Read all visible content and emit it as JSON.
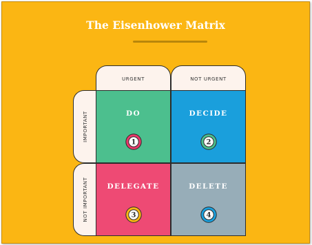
{
  "title": "The Eisenhower Matrix",
  "columns": [
    "URGENT",
    "NOT URGENT"
  ],
  "rows": [
    "IMPORTANT",
    "NOT IMPORTANT"
  ],
  "quadrants": [
    {
      "label": "DO",
      "number": "1",
      "color": "#4cbf8e",
      "badge_ring": "#e8396b"
    },
    {
      "label": "DECIDE",
      "number": "2",
      "color": "#1a9fdc",
      "badge_ring": "#4cbf8e"
    },
    {
      "label": "DELEGATE",
      "number": "3",
      "color": "#ee4a74",
      "badge_ring": "#fbb613"
    },
    {
      "label": "DELETE",
      "number": "4",
      "color": "#97adb8",
      "badge_ring": "#1a9fdc"
    }
  ],
  "colors": {
    "background": "#fbb613",
    "header_fill": "#fdf3ed",
    "outline": "#2b2b2b"
  }
}
